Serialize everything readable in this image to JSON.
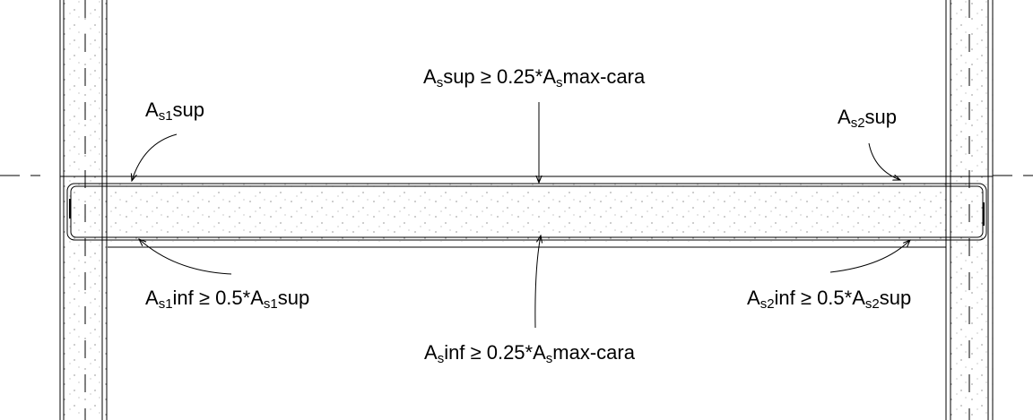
{
  "labels": {
    "top_center": {
      "a": "A",
      "s": "s",
      "t1": "sup ≥ 0.25*",
      "a2": "A",
      "s2": "s",
      "t2": "max-cara"
    },
    "top_left": {
      "a": "A",
      "s": "s1",
      "t1": "sup"
    },
    "top_right": {
      "a": "A",
      "s": "s2",
      "t1": "sup"
    },
    "bottom_left": {
      "a": "A",
      "s": "s1",
      "t1": "inf ≥ 0.5*",
      "a2": "A",
      "s2": "s1",
      "t2": "sup"
    },
    "bottom_right": {
      "a": "A",
      "s": "s2",
      "t1": "inf ≥ 0.5*",
      "a2": "A",
      "s2": "s2",
      "t2": "sup"
    },
    "bottom_center": {
      "a": "A",
      "s": "s",
      "t1": "inf ≥ 0.25*",
      "a2": "A",
      "s2": "s",
      "t2": "max-cara"
    }
  },
  "colors": {
    "line": "#000000",
    "background": "#ffffff"
  }
}
